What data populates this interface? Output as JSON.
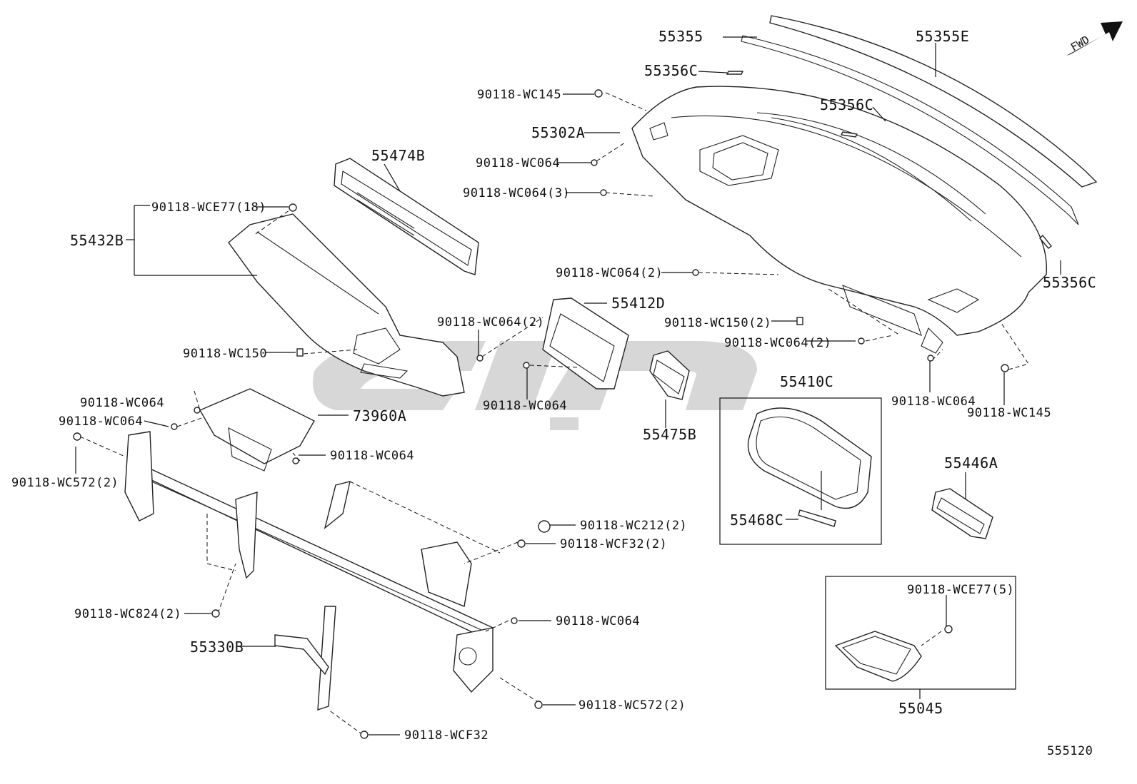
{
  "diagram_id": "555120",
  "fwd_label": "FWD",
  "labels": {
    "p55355": "55355",
    "p55355E": "55355E",
    "p55356C_top": "55356C",
    "p55356C_mid": "55356C",
    "p55356C_right": "55356C",
    "p55302A": "55302A",
    "p55474B": "55474B",
    "p55432B": "55432B",
    "p55412D": "55412D",
    "p55410C": "55410C",
    "p55475B": "55475B",
    "p73960A": "73960A",
    "p55468C": "55468C",
    "p55446A": "55446A",
    "p55330B": "55330B",
    "p55045": "55045",
    "f_wc145_top": "90118-WC145",
    "f_wc064_a": "90118-WC064",
    "f_wc064_3": "90118-WC064(3)",
    "f_wce77_18": "90118-WCE77(18)",
    "f_wc064_2_a": "90118-WC064(2)",
    "f_wc150_2": "90118-WC150(2)",
    "f_wc064_2_b": "90118-WC064(2)",
    "f_wc064_2_c": "90118-WC064(2)",
    "f_wc150": "90118-WC150",
    "f_wc064_b": "90118-WC064",
    "f_wc064_right": "90118-WC064",
    "f_wc145_right": "90118-WC145",
    "f_wc064_c": "90118-WC064",
    "f_wc064_d": "90118-WC064",
    "f_wc572_2_left": "90118-WC572(2)",
    "f_wc064_e": "90118-WC064",
    "f_wc212_2": "90118-WC212(2)",
    "f_wcf32_2": "90118-WCF32(2)",
    "f_wc824_2": "90118-WC824(2)",
    "f_wc064_f": "90118-WC064",
    "f_wc572_2_right": "90118-WC572(2)",
    "f_wcf32": "90118-WCF32",
    "f_wce77_5": "90118-WCE77(5)"
  }
}
